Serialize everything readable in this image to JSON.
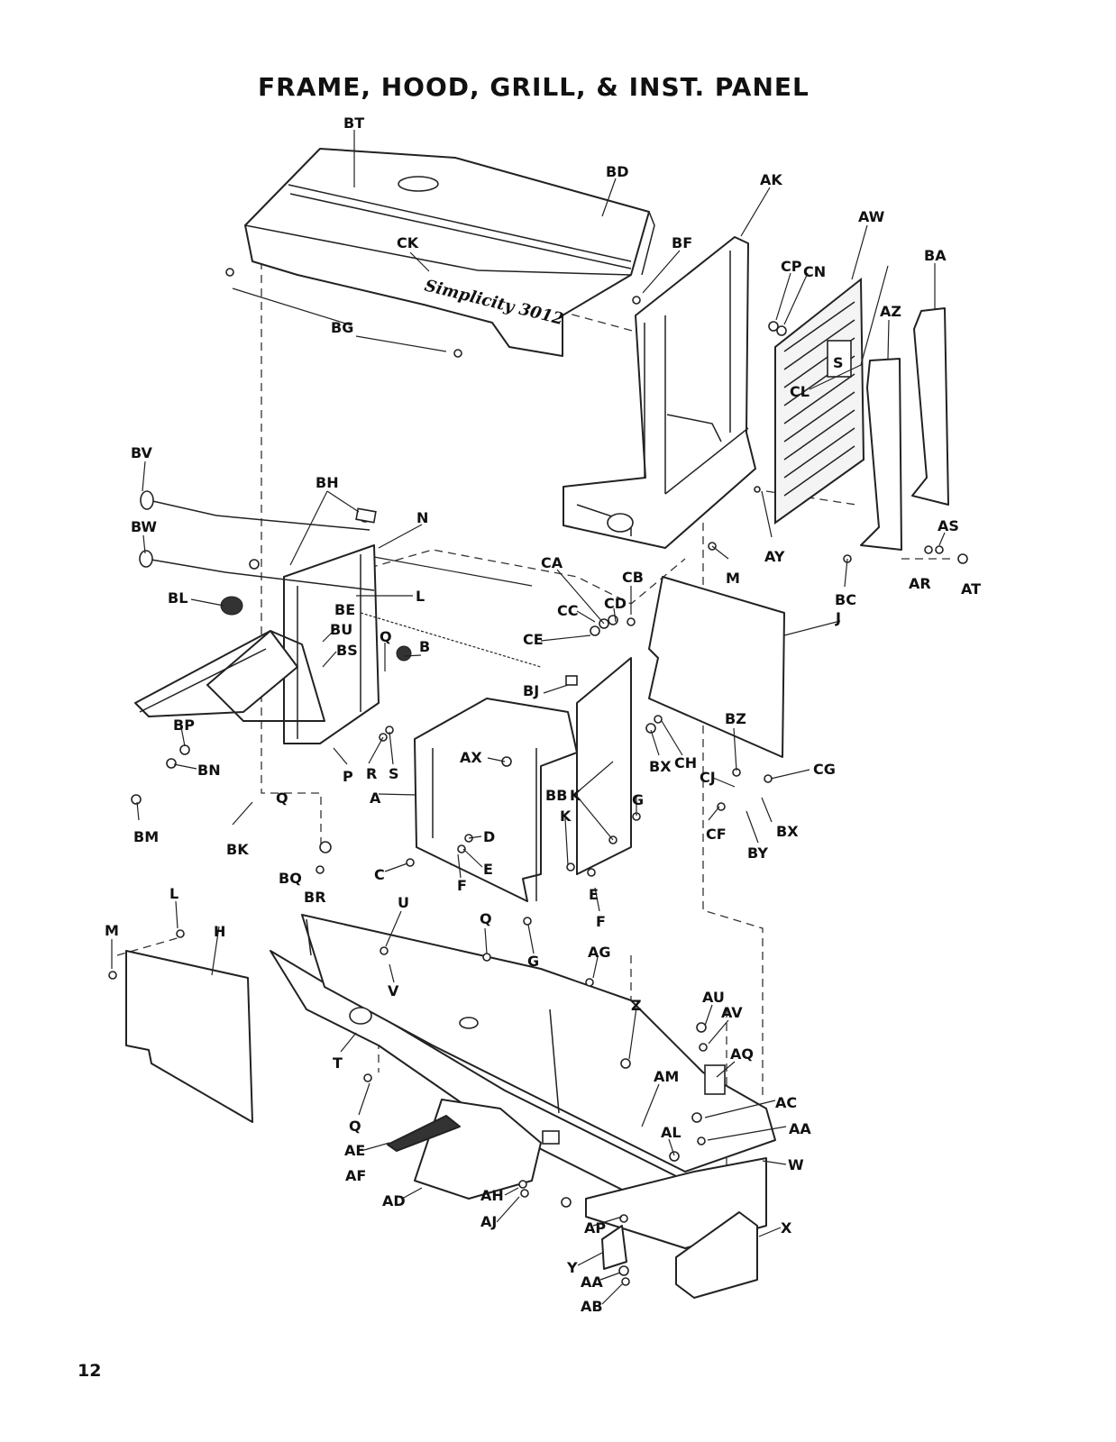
{
  "title": "FRAME, HOOD, GRILL, & INST. PANEL",
  "page_number": "12",
  "hood_logo": "Simplicity 3012",
  "grill_emblem": "S",
  "labels": {
    "BT": "BT",
    "BD": "BD",
    "AK": "AK",
    "AW": "AW",
    "BA": "BA",
    "CK": "CK",
    "BF": "BF",
    "CP": "CP",
    "CN": "CN",
    "AZ": "AZ",
    "BG": "BG",
    "CL": "CL",
    "BV": "BV",
    "BH": "BH",
    "N": "N",
    "BW": "BW",
    "AY": "AY",
    "AS": "AS",
    "M": "M",
    "AR": "AR",
    "AT": "AT",
    "BC": "BC",
    "J": "J",
    "CA": "CA",
    "CB": "CB",
    "CC": "CC",
    "CD": "CD",
    "BL": "BL",
    "BE": "BE",
    "L": "L",
    "CE": "CE",
    "BU": "BU",
    "BS": "BS",
    "Q": "Q",
    "B": "B",
    "BJ": "BJ",
    "BZ": "BZ",
    "BP": "BP",
    "AX": "AX",
    "BX": "BX",
    "CH": "CH",
    "CG": "CG",
    "CJ": "CJ",
    "BN": "BN",
    "P": "P",
    "R": "R",
    "S": "S",
    "BB": "BB",
    "K": "K",
    "G": "G",
    "A": "A",
    "CF": "CF",
    "BY": "BY",
    "BM": "BM",
    "BK": "BK",
    "D": "D",
    "C": "C",
    "E": "E",
    "F": "F",
    "BQ": "BQ",
    "BR": "BR",
    "U": "U",
    "H": "H",
    "V": "V",
    "AG": "AG",
    "Z": "Z",
    "AU": "AU",
    "AV": "AV",
    "AQ": "AQ",
    "T": "T",
    "AM": "AM",
    "AC": "AC",
    "AA": "AA",
    "AL": "AL",
    "AE": "AE",
    "AF": "AF",
    "W": "W",
    "AH": "AH",
    "AD": "AD",
    "AJ": "AJ",
    "AP": "AP",
    "X": "X",
    "Y": "Y",
    "AB": "AB"
  },
  "colors": {
    "ink": "#222222",
    "paper": "#ffffff"
  }
}
